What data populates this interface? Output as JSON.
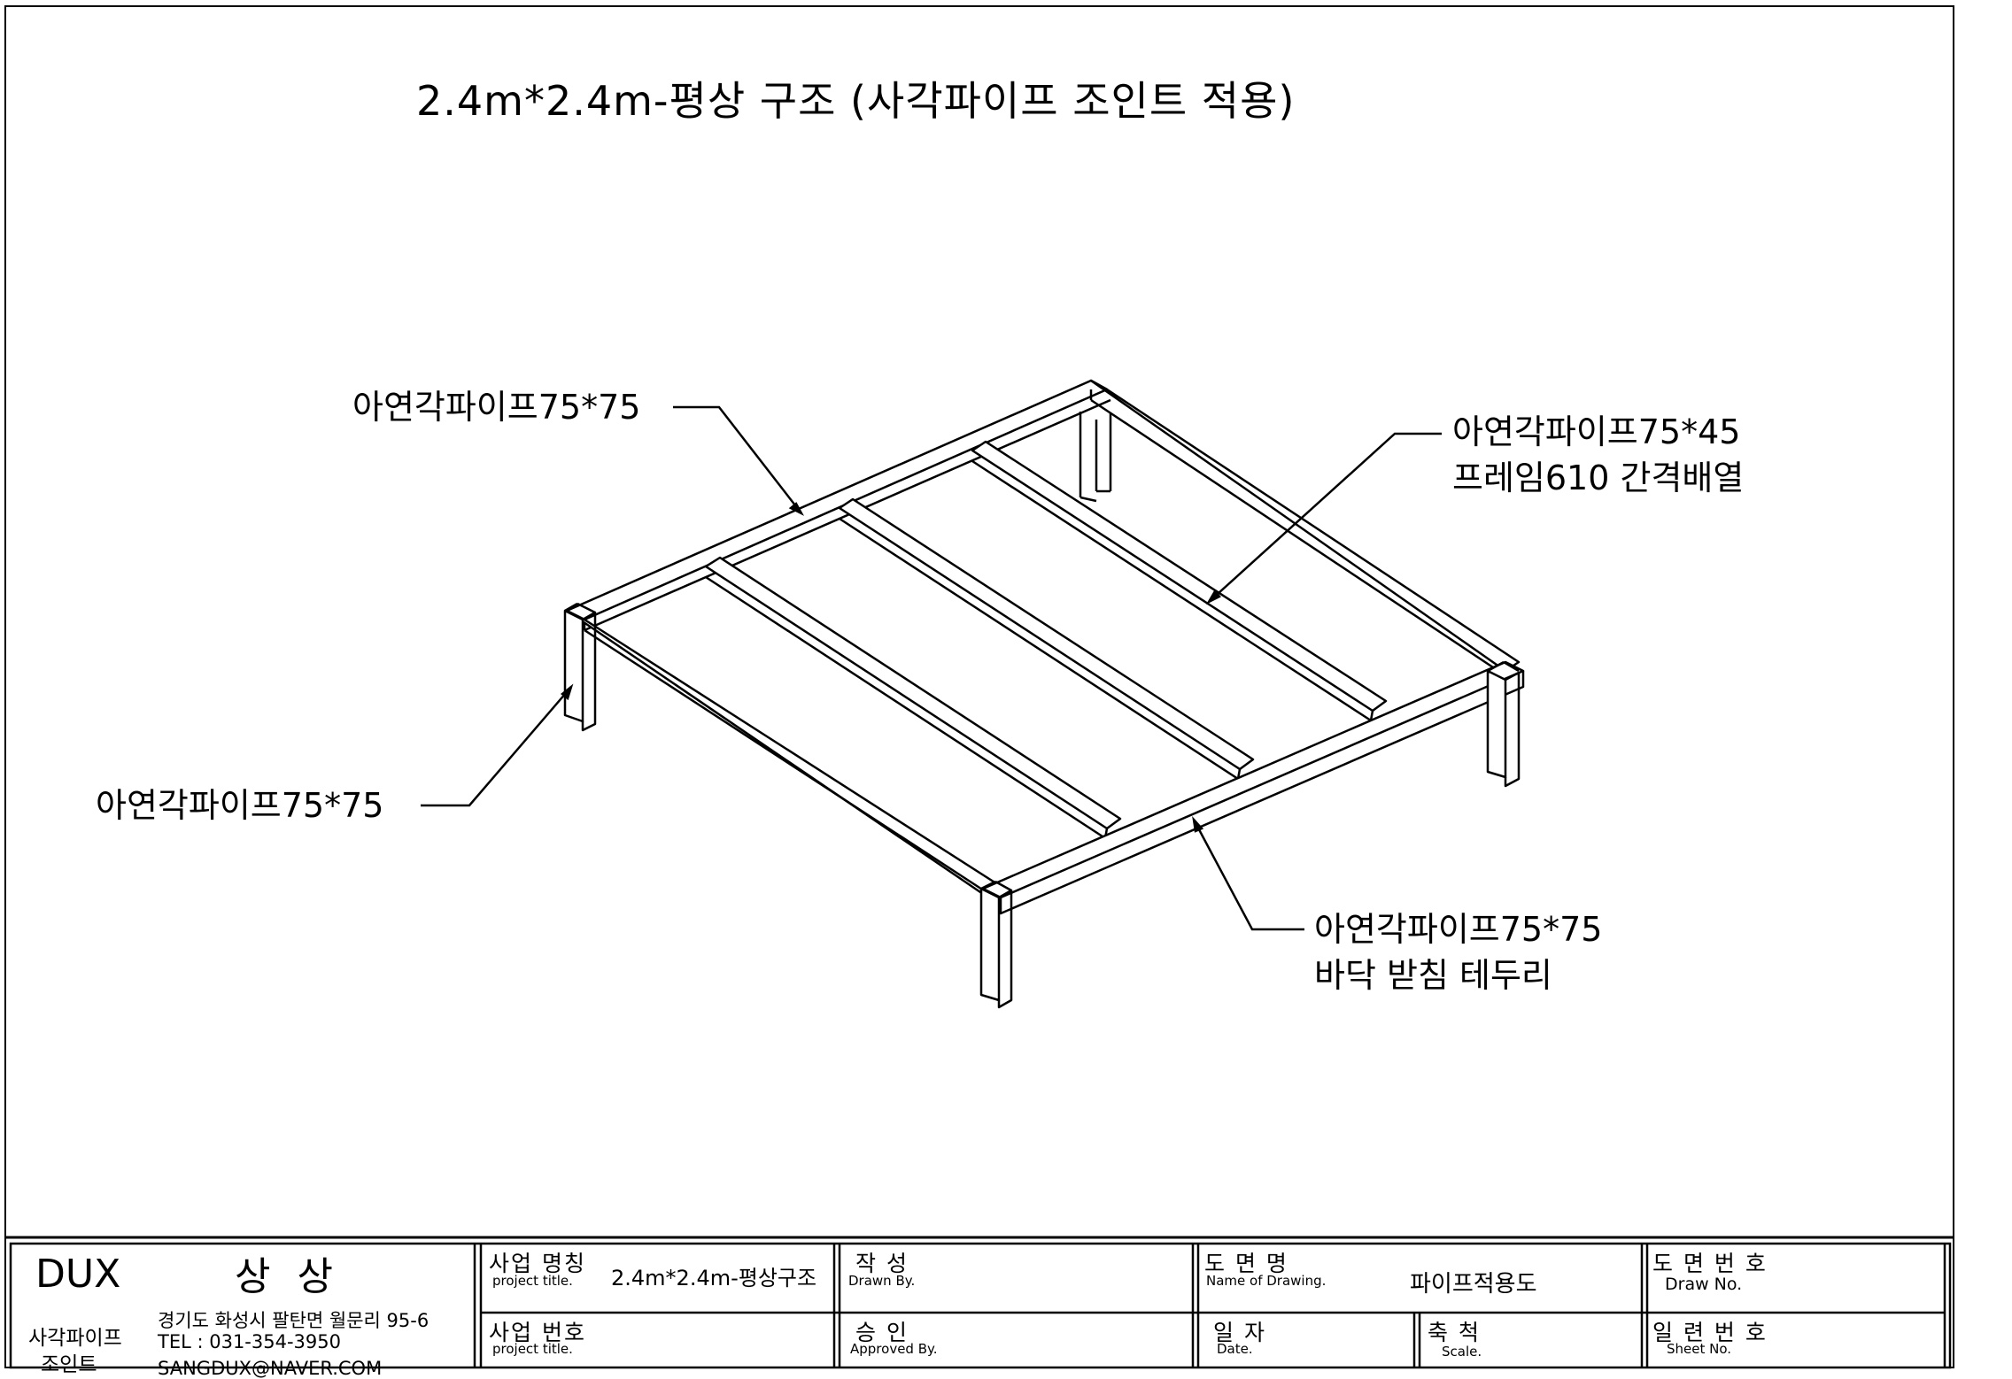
{
  "title": "2.4m*2.4m-평상 구조  (사각파이프 조인트 적용)",
  "callouts": [
    {
      "line1": "아연각파이프75*75"
    },
    {
      "line1": "아연각파이프75*45",
      "line2": "프레임610 간격배열"
    },
    {
      "line1": "아연각파이프75*75"
    },
    {
      "line1": "아연각파이프75*75",
      "line2": "바닥 받침 테두리"
    }
  ],
  "titleblock": {
    "company": "DUX",
    "company_kr": "상 상",
    "brand_line1": "사각파이프",
    "brand_line2": "조인트",
    "address": "경기도 화성시 팔탄면 월문리 95-6",
    "tel": "TEL : 031-354-3950",
    "email": "SANGDUX@NAVER.COM",
    "project_name_kr": "사업 명칭",
    "project_name_en": "project title.",
    "project_name_val": "2.4m*2.4m-평상구조",
    "project_no_kr": "사업 번호",
    "project_no_en": "project title.",
    "drawn_kr": "작    성",
    "drawn_en": "Drawn By.",
    "approved_kr": "승    인",
    "approved_en": "Approved By.",
    "drawing_kr": "도  면  명",
    "drawing_en": "Name of Drawing.",
    "drawing_val": "파이프적용도",
    "date_kr": "일  자",
    "date_en": "Date.",
    "scale_kr": "축  척",
    "scale_en": "Scale.",
    "drawno_kr": "도 면 번 호",
    "drawno_en": "Draw No.",
    "sheetno_kr": "일 련 번 호",
    "sheetno_en": "Sheet No."
  }
}
